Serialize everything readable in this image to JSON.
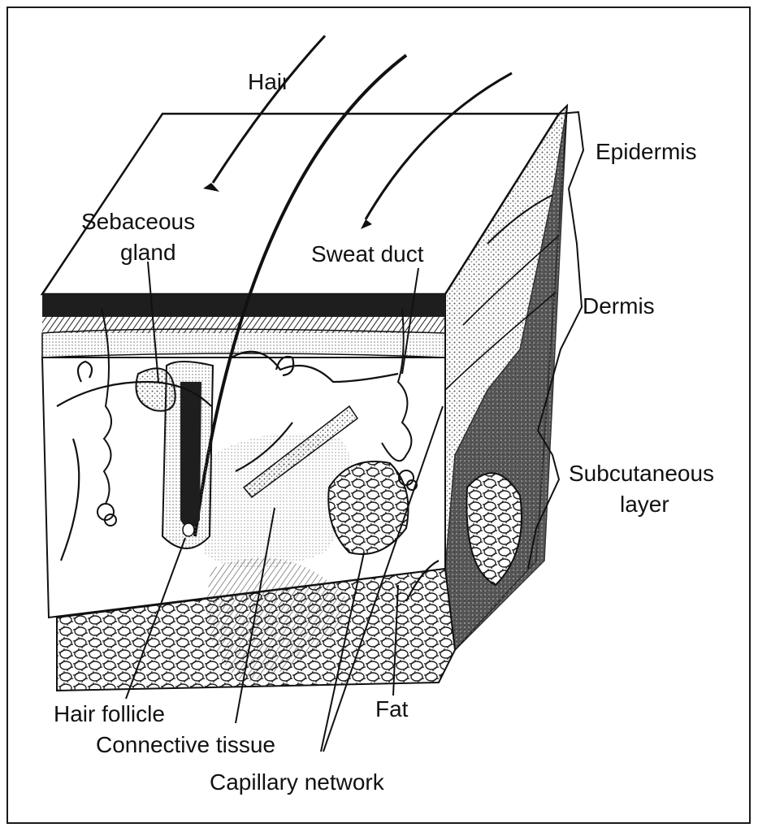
{
  "diagram": {
    "labels": {
      "hair": "Hair",
      "epidermis": "Epidermis",
      "sebaceous_gland_line1": "Sebaceous",
      "sebaceous_gland_line2": "gland",
      "sweat_duct": "Sweat duct",
      "dermis": "Dermis",
      "subcutaneous_line1": "Subcutaneous",
      "subcutaneous_line2": "layer",
      "hair_follicle": "Hair follicle",
      "fat": "Fat",
      "connective_tissue": "Connective tissue",
      "capillary_network": "Capillary network"
    },
    "colors": {
      "ink": "#111111",
      "paper": "#ffffff",
      "stipple": "#6b6b6b",
      "dark": "#1e1e1e"
    }
  }
}
